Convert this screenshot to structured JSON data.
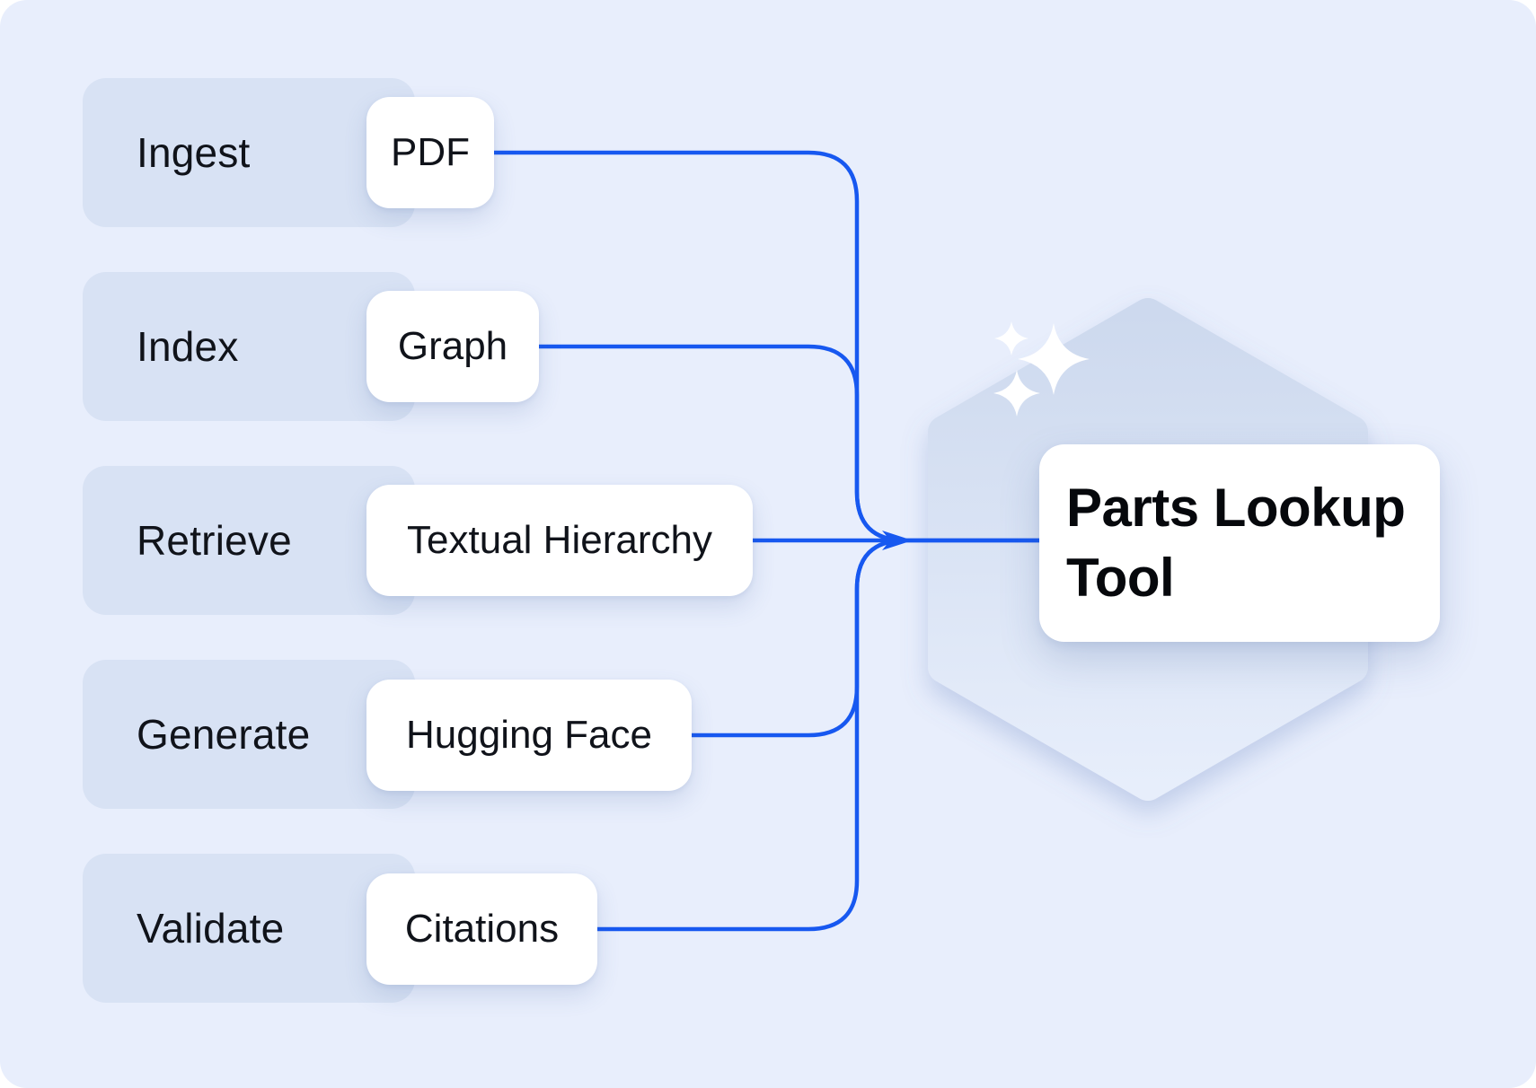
{
  "diagram": {
    "rows": [
      {
        "stage": "Ingest",
        "tech": "PDF"
      },
      {
        "stage": "Index",
        "tech": "Graph"
      },
      {
        "stage": "Retrieve",
        "tech": "Textual Hierarchy"
      },
      {
        "stage": "Generate",
        "tech": "Hugging Face"
      },
      {
        "stage": "Validate",
        "tech": "Citations"
      }
    ],
    "target": {
      "title": "Parts Lookup Tool",
      "lines": [
        "Parts Lookup",
        "Tool"
      ]
    },
    "colors": {
      "canvas": "#ffffff",
      "panel": "#e8eefc",
      "tag": "#d8e2f4",
      "card": "#ffffff",
      "connector": "#1758f0",
      "hexagon_top": "#cdd9ee",
      "hexagon_bottom": "#e7eefb",
      "sparkle": "#ffffff",
      "text": "#10131a",
      "title": "#06080c"
    }
  }
}
